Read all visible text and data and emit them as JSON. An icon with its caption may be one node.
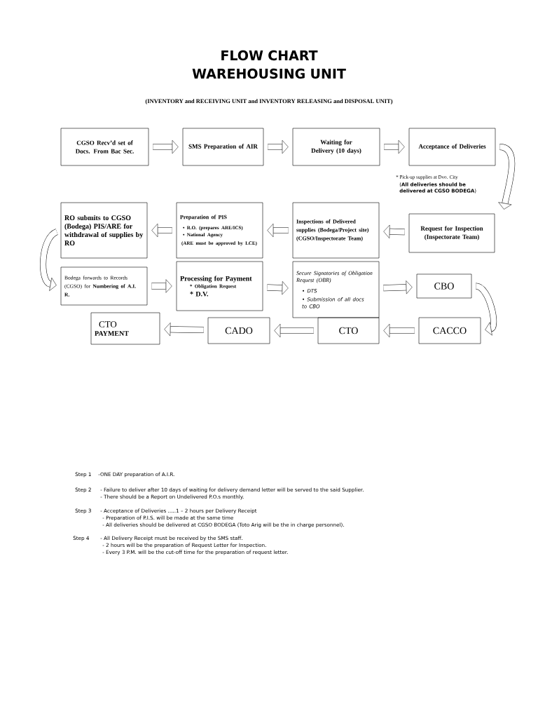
{
  "diagram": {
    "title": "FLOW CHART WAREHOUSING UNIT",
    "caption": "(INVENTORY and RECEIVING UNIT and INVENTORY RELEASING and DISPOSAL UNIT)",
    "nodes": [
      {
        "text": [
          "CGSO Recv’d set of Docs. From Bac Sec."
        ]
      },
      {
        "text": [
          "SMS Preparation of AIR"
        ]
      },
      {
        "text": [
          "Waiting for Delivery (10 days)"
        ]
      },
      {
        "text": [
          "Acceptance of Deliveries"
        ]
      },
      {
        "text": [
          "RO submits to CGSO (Bodega) PIS/ARE for withdrawal of supplies by RO"
        ]
      },
      {
        "text": [
          "Preparation of PIS",
          "• R.O. (prepares ARE/ICS)",
          "• National Agency",
          "(ARE must be approved by LCE)"
        ]
      },
      {
        "text": [
          "Inspections of Delivered supplies (Bodega/Project site) (CGSO/Inspectorate Team)"
        ]
      },
      {
        "text": [
          "Request for Inspection (Inspectorate Team)"
        ]
      },
      {
        "text": [
          "Bodega forwards to Records (CGSO) for **Numbering of A.I. R.**"
        ]
      },
      {
        "text": [
          "Processing for Payment",
          "* Obligation Request",
          "* D.V."
        ]
      },
      {
        "text": [
          "Secure Signatories of Obligation Request (OBR)",
          "• DTS",
          "• Submission of all docs to CBO"
        ]
      },
      {
        "text": [
          "CBO"
        ]
      },
      {
        "text": [
          "CTO",
          "PAYMENT"
        ]
      },
      {
        "text": [
          "CADO"
        ]
      },
      {
        "text": [
          "CTO"
        ]
      },
      {
        "text": [
          "CACCO"
        ]
      }
    ],
    "edges": [
      {
        "from": 0,
        "to": 1,
        "arrow": "to"
      },
      {
        "from": 1,
        "to": 2,
        "arrow": "to"
      },
      {
        "from": 2,
        "to": 3,
        "arrow": "to"
      },
      {
        "from": 3,
        "to": 7,
        "arrow": "to"
      },
      {
        "from": 7,
        "to": 6,
        "arrow": "to"
      },
      {
        "from": 6,
        "to": 5,
        "arrow": "to"
      },
      {
        "from": 5,
        "to": 4,
        "arrow": "to"
      },
      {
        "from": 4,
        "to": 8,
        "arrow": "to"
      },
      {
        "from": 8,
        "to": 9,
        "arrow": "to"
      },
      {
        "from": 9,
        "to": 10,
        "arrow": "to"
      },
      {
        "from": 10,
        "to": 11,
        "arrow": "to"
      },
      {
        "from": 11,
        "to": 15,
        "arrow": "to"
      },
      {
        "from": 15,
        "to": 14,
        "arrow": "to"
      },
      {
        "from": 14,
        "to": 13,
        "arrow": "to"
      },
      {
        "from": 13,
        "to": 12,
        "arrow": "to"
      }
    ],
    "labels": [
      "* Pick-up supplies at Dvo. City",
      "(**All deliveries should be delivered at CGSO BODEGA**)",
      "Step 1",
      "-ONE DAY preparation of A.I.R.",
      "Step 2",
      "- Failure to deliver after 10 days of waiting for delivery demand letter will be served to the said Supplier.",
      "- There should be a Report on Undelivered P.O.s monthly.",
      "Step 3",
      "- Acceptance of Deliveries .....1 – 2 hours per Delivery Receipt",
      "- Preparation of P.I.S. will be made at the same time",
      "- All deliveries should be delivered at CGSO BODEGA (Toto Arig will be the in charge personnel).",
      "Step 4",
      "- All Delivery Receipt must be received by the SMS staff.",
      "- 2 hours will be the preparation of Request Letter for Inspection.",
      "- Every 3 P.M. will be the cut-off time for the preparation of request letter."
    ]
  }
}
